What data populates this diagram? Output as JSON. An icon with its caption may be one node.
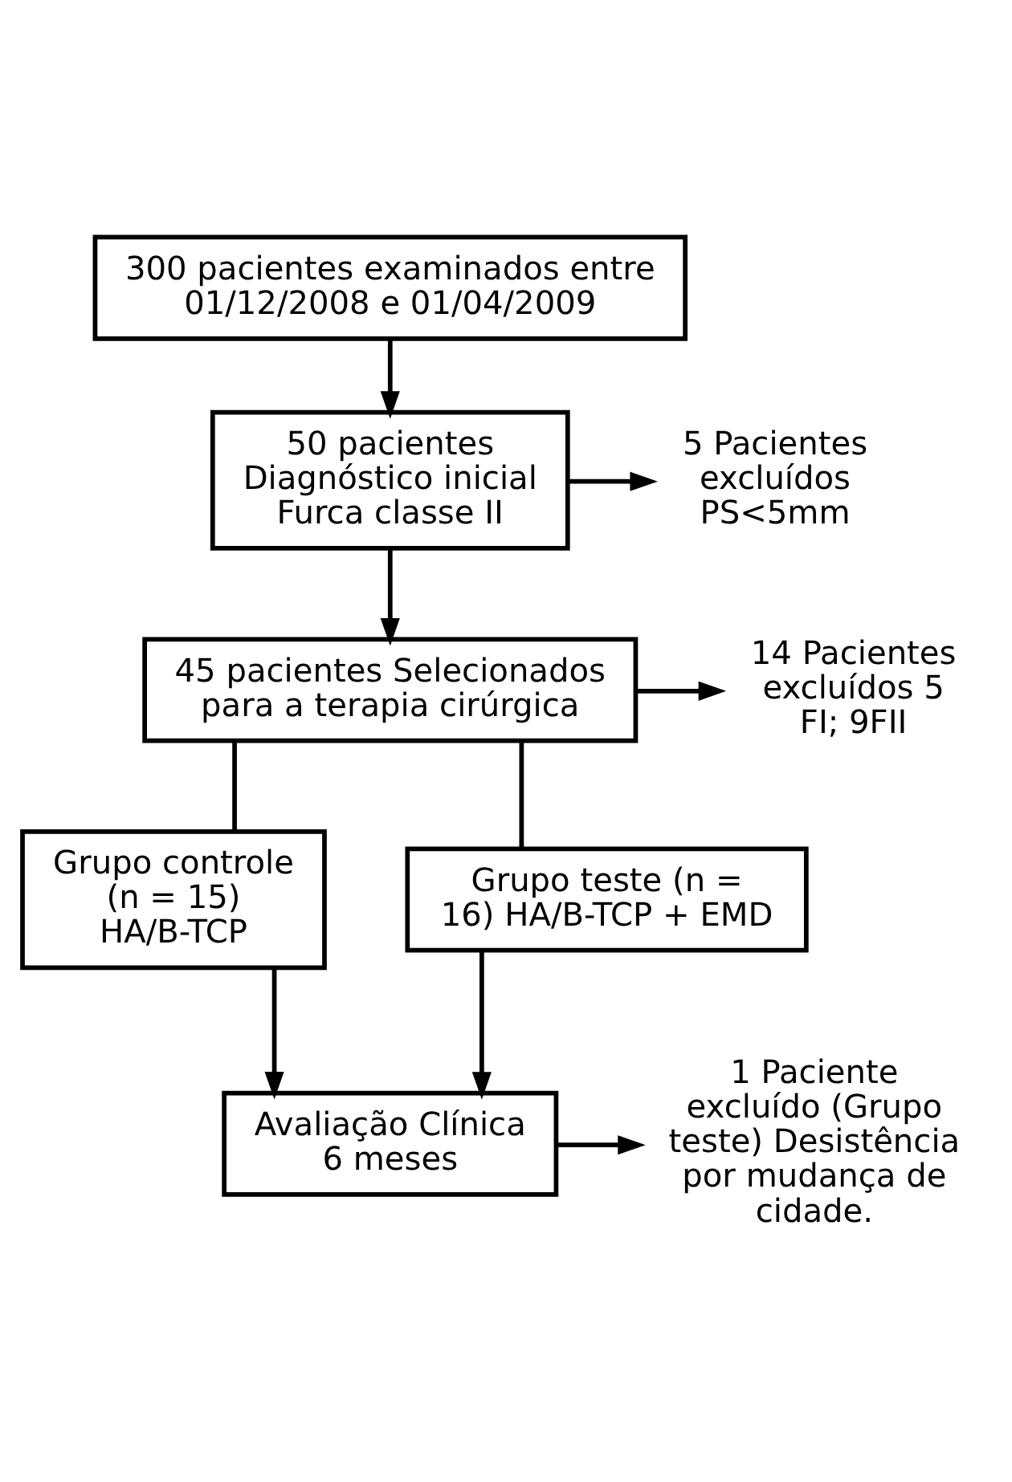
{
  "diagram": {
    "nodes": [
      {
        "text": [
          "300 pacientes examinados entre 01/12/2008 e 01/04/2009"
        ]
      },
      {
        "text": [
          "50 pacientes Diagnóstico inicial Furca classe II"
        ]
      },
      {
        "text": [
          "5 Pacientes excluídos PS<5mm"
        ]
      },
      {
        "text": [
          "45 pacientes Selecionados para a terapia cirúrgica"
        ]
      },
      {
        "text": [
          "14 Pacientes excluídos 5 FI; 9FII"
        ]
      },
      {
        "text": [
          "Grupo controle (n = 15) HA/B-TCP"
        ]
      },
      {
        "text": [
          "Grupo teste (n = 16) HA/B-TCP + EMD"
        ]
      },
      {
        "text": [
          "Avaliação Clínica 6 meses"
        ]
      },
      {
        "text": [
          "1 Paciente excluído (Grupo teste) Desistência por mudança de cidade."
        ]
      }
    ],
    "edges": [
      {
        "from": 0,
        "to": 1,
        "arrow": "to"
      },
      {
        "from": 1,
        "to": 3,
        "arrow": "to"
      },
      {
        "from": 1,
        "to": 2,
        "arrow": "to"
      },
      {
        "from": 3,
        "to": 4,
        "arrow": "to"
      },
      {
        "from": 3,
        "to": 5,
        "arrow": "none"
      },
      {
        "from": 3,
        "to": 6,
        "arrow": "none"
      },
      {
        "from": 5,
        "to": 7,
        "arrow": "to"
      },
      {
        "from": 6,
        "to": 7,
        "arrow": "to"
      },
      {
        "from": 7,
        "to": 8,
        "arrow": "to"
      }
    ]
  }
}
